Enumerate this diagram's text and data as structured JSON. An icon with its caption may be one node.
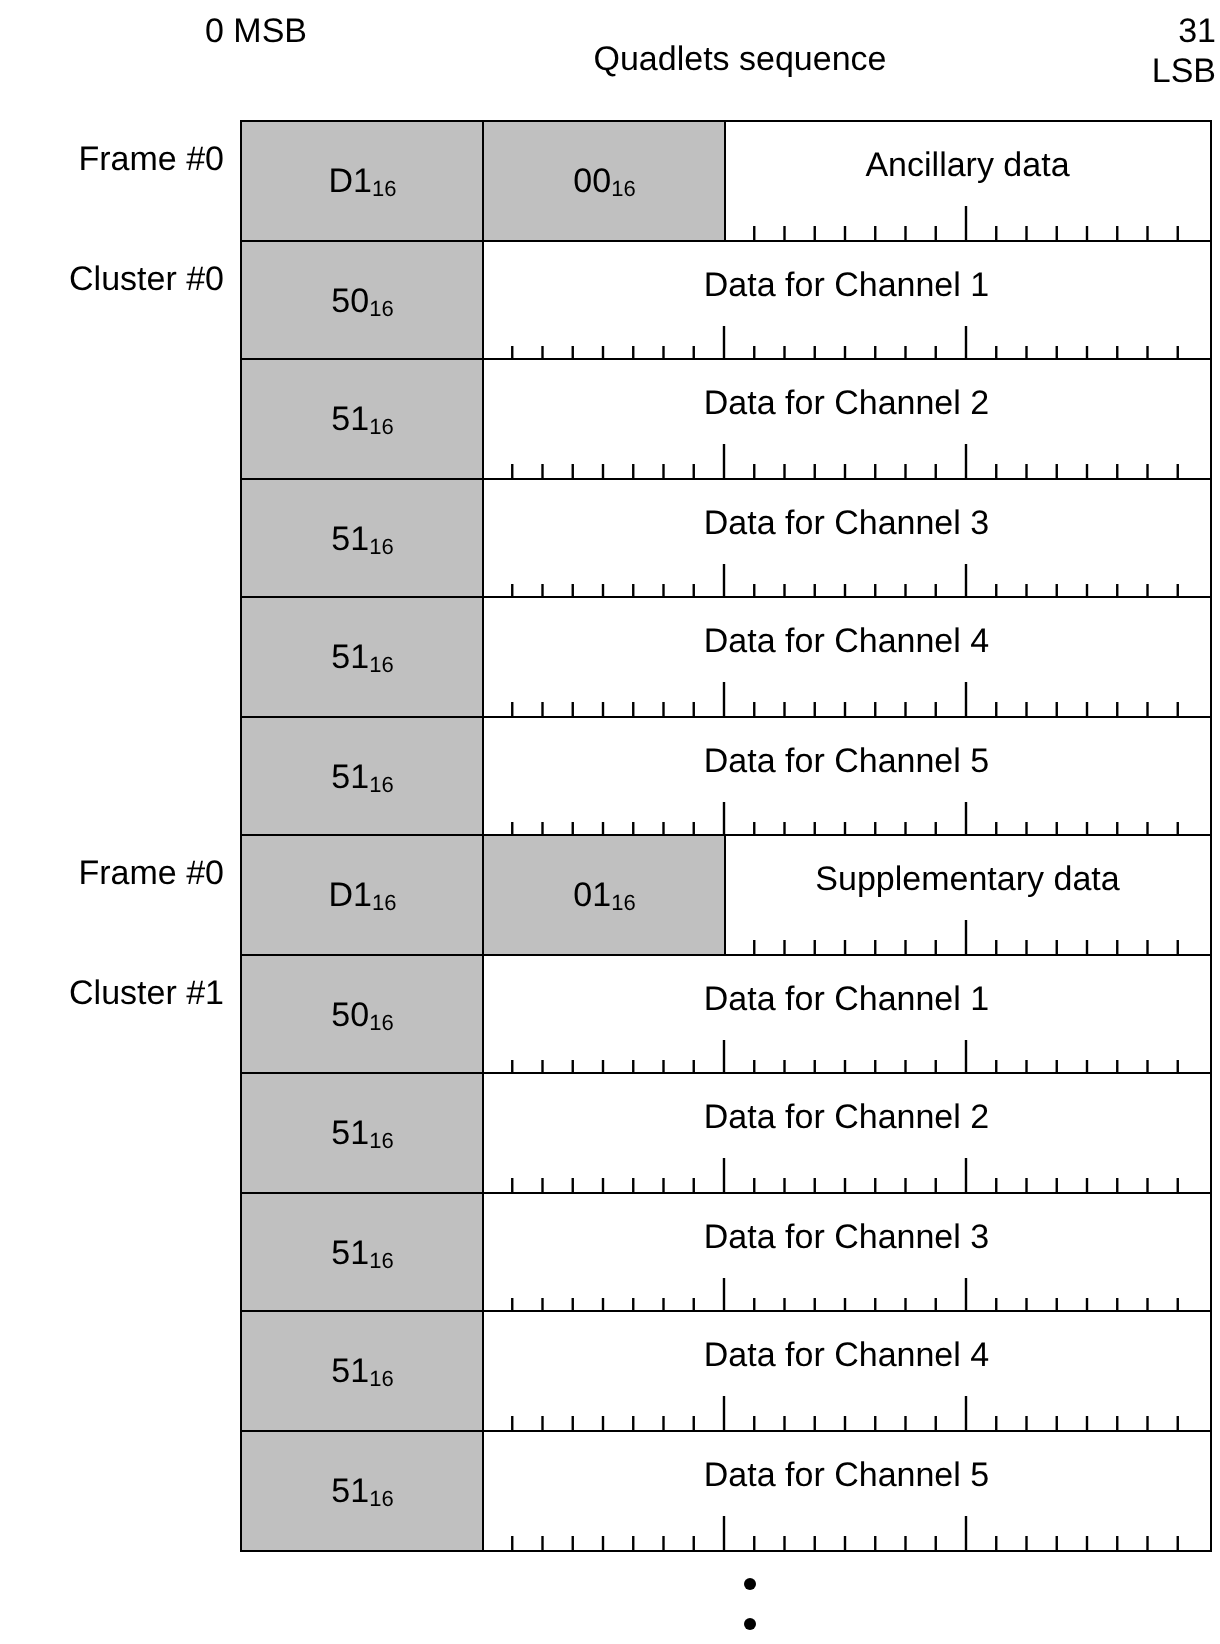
{
  "diagram": {
    "labels": [
      "0 MSB",
      "Quadlets sequence",
      "31 LSB",
      "Frame #0",
      "D1$_{16}$",
      "00$_{16}$",
      "Ancillary data",
      "Cluster #0",
      "50$_{16}$",
      "Data for Channel 1",
      "51$_{16}$",
      "Data for Channel 2",
      "51$_{16}$",
      "Data for Channel 3",
      "51$_{16}$",
      "Data for Channel 4",
      "51$_{16}$",
      "Data for Channel 5",
      "Frame #0",
      "D1$_{16}$",
      "01$_{16}$",
      "Supplementary data",
      "Cluster #1",
      "50$_{16}$",
      "Data for Channel 1",
      "51$_{16}$",
      "Data for Channel 2",
      "51$_{16}$",
      "Data for Channel 3",
      "51$_{16}$",
      "Data for Channel 4",
      "51$_{16}$",
      "Data for Channel 5"
    ]
  }
}
